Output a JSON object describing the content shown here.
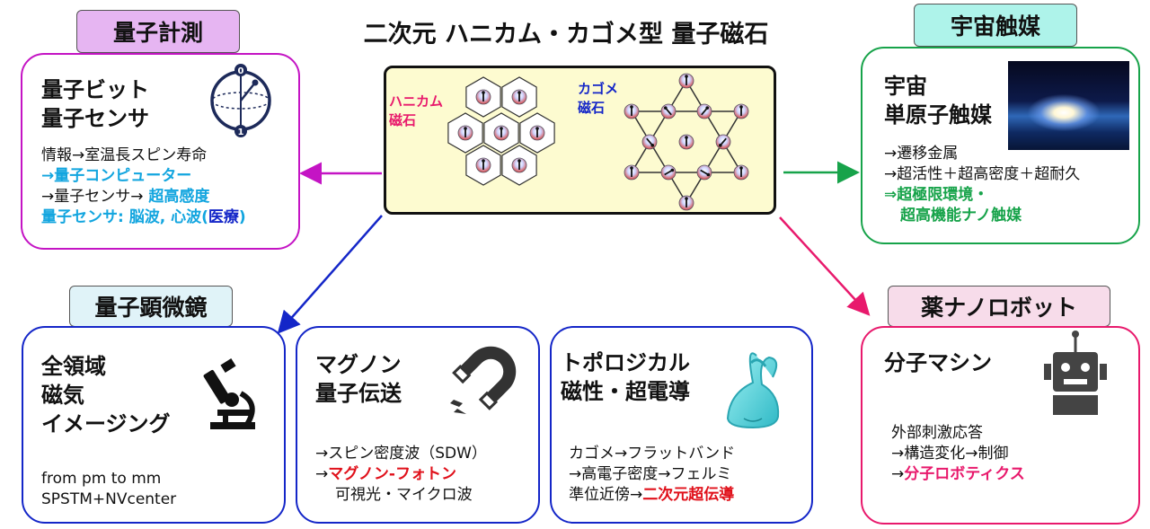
{
  "title": "二次元 ハニカム・カゴメ型 量子磁石",
  "center": {
    "honeycomb_label": "ハニカム\n磁石",
    "kagome_label": "カゴメ\n磁石"
  },
  "colors": {
    "magenta": "#c414c4",
    "green": "#17a34a",
    "blue": "#1426c8",
    "pink": "#e8196c",
    "cyan": "#12a5df",
    "red": "#e0101a",
    "core_bg": "#fdfbd0"
  },
  "tags": {
    "quantum_measurement": "量子計測",
    "space_catalyst": "宇宙触媒",
    "quantum_microscope": "量子顕微鏡",
    "nano_robot": "薬ナノロボット"
  },
  "quantum_measurement": {
    "title": "量子ビット\n量子センサ",
    "line1": "情報→室温長スピン寿命",
    "line2": "→量子コンピューター",
    "line3_prefix": "→量子センサ→",
    "line3_highlight": " 超高感度",
    "line4_prefix": "量子センサ: 脳波, 心波(",
    "line4_highlight": "医療",
    "line4_suffix": ")",
    "icon": "bloch-sphere-icon"
  },
  "space_catalyst": {
    "title": "宇宙\n単原子触媒",
    "line1": "→遷移金属",
    "line2": "→超活性＋超高密度＋超耐久",
    "line3": "⇒超極限環境・",
    "line4": "超高機能ナノ触媒",
    "image": "earth-sunrise-image"
  },
  "microscopy": {
    "title": "全領域\n磁気\nイメージング",
    "line1": "from pm to mm",
    "line2": "SPSTM+NVcenter",
    "icon": "microscope-icon"
  },
  "magnon": {
    "title": "マグノン\n量子伝送",
    "line1": "→スピン密度波（SDW）",
    "line2_prefix": "→",
    "line2_highlight": "マグノン-フォトン",
    "line3": "可視光・マイクロ波",
    "icon": "magnet-icon"
  },
  "topological": {
    "title": "トポロジカル\n磁性・超電導",
    "line1": "カゴメ→フラットバンド",
    "line2": "→高電子密度→フェルミ",
    "line3_prefix": "準位近傍→",
    "line3_highlight": "二次元超伝導",
    "icon": "klein-bottle-icon"
  },
  "nanorobot": {
    "title": "分子マシン",
    "line1": "外部刺激応答",
    "line2": "→構造変化→制御",
    "line3_prefix": "→",
    "line3_highlight": "分子ロボティクス",
    "icon": "robot-icon"
  }
}
